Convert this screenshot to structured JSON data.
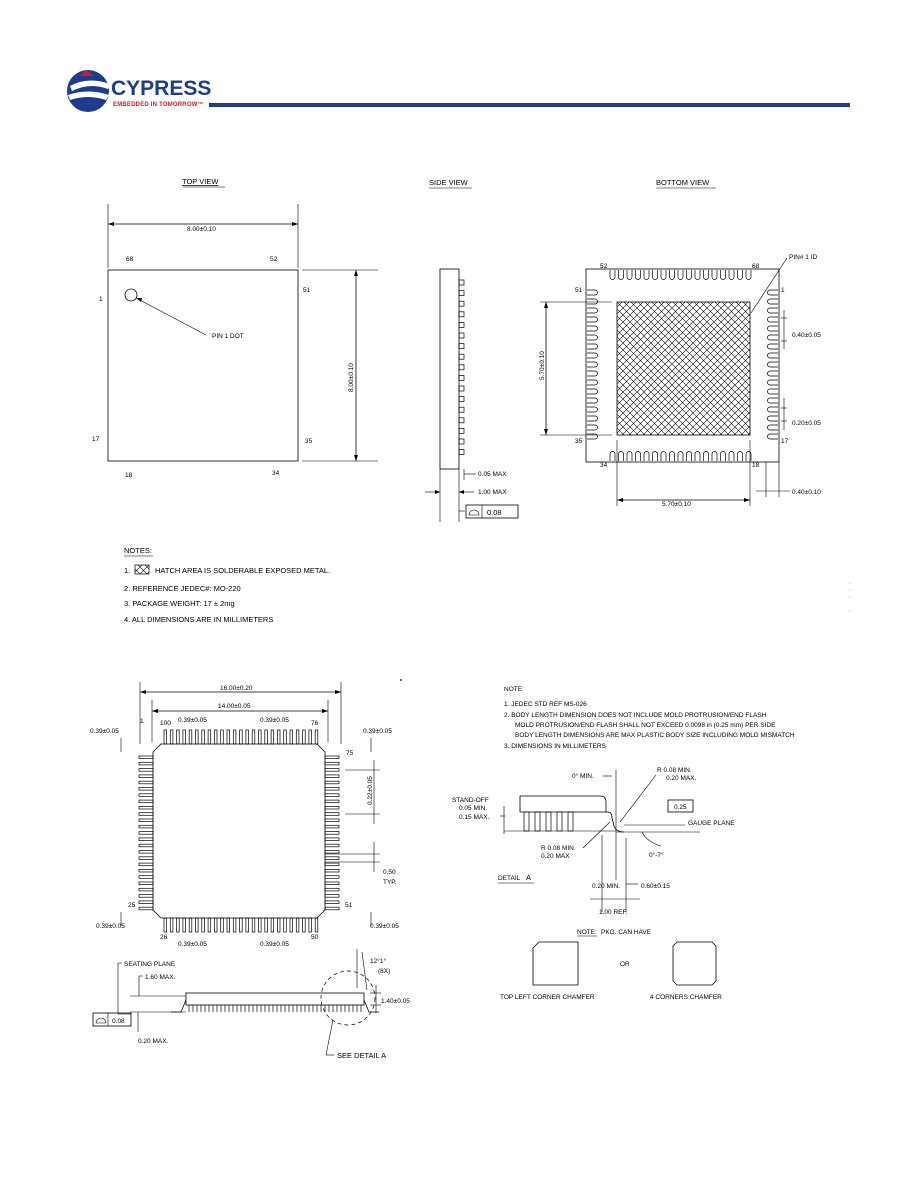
{
  "header": {
    "brand": "CYPRESS",
    "tagline": "EMBEDDED IN TOMORROW™",
    "colors": {
      "brand_blue": "#1e3c8c",
      "tagline_red": "#c42030",
      "rule": "#1e3c8c"
    }
  },
  "qfn": {
    "top_view": {
      "title": "TOP VIEW",
      "width_dim": "8.00±0.10",
      "height_dim": "8.00±0.10",
      "pins": {
        "p68": "68",
        "p52": "52",
        "p1": "1",
        "p51": "51",
        "p17": "17",
        "p35": "35",
        "p18": "18",
        "p34": "34"
      },
      "pin1_dot": "PIN 1 DOT"
    },
    "side_view": {
      "title": "SIDE VIEW",
      "dim_a": "0.05 MAX",
      "dim_b": "1.00 MAX",
      "flatness": "0.08"
    },
    "bottom_view": {
      "title": "BOTTOM VIEW",
      "pin1_id": "PIN# 1 ID",
      "pins": {
        "p52": "52",
        "p68": "68",
        "p51": "51",
        "p1": "1",
        "p35": "35",
        "p17": "17",
        "p34": "34",
        "p18": "18"
      },
      "pad_dim_v": "5.70±0.10",
      "pad_dim_h": "5.70±0.10",
      "pitch": "0.40±0.05",
      "lead_width": "0.20±0.05",
      "lead_length": "0.40±0.10"
    },
    "notes": {
      "title": "NOTES:",
      "n1_num": "1.",
      "n1_text": "HATCH AREA IS SOLDERABLE EXPOSED METAL.",
      "n2": "2. REFERENCE JEDEC#: MO-220",
      "n3": "3. PACKAGE WEIGHT: 17 ± 2mg",
      "n4": "4. ALL DIMENSIONS ARE IN MILLIMETERS"
    }
  },
  "tqfp": {
    "dim_outer": "16.00±0.20",
    "dim_body": "14.00±0.05",
    "pin_nums": {
      "p100": "100",
      "p75": "75",
      "p76": "76",
      "p1": "1",
      "p25": "25",
      "p51": "51",
      "p26": "26",
      "p50": "50"
    },
    "dim_0_39": "0.39±0.05",
    "lead_width": "0.22±0.05",
    "pitch": "0.50",
    "pitch_typ": "TYP.",
    "seating_plane": "SEATING PLANE",
    "max_height": "1.60 MAX.",
    "flatness": "0.08",
    "standoff_max": "0.20 MAX.",
    "body_thickness": "1.40±0.05",
    "lead_angle": "12°1°",
    "lead_angle_count": "(8X)",
    "see_detail": "SEE DETAIL A"
  },
  "tqfp_notes": {
    "title": "NOTE:",
    "n1": "1. JEDEC STD REF MS-026",
    "n2a": "2. BODY LENGTH DIMENSION DOES NOT INCLUDE MOLD PROTRUSION/END FLASH",
    "n2b": "MOLD PROTRUSION/END FLASH SHALL NOT EXCEED 0.0098 in (0.25 mm) PER SIDE",
    "n2c": "BODY LENGTH DIMENSIONS ARE MAX PLASTIC BODY SIZE INCLUDING MOLD MISMATCH",
    "n3": "3. DIMENSIONS IN MILLIMETERS"
  },
  "detail_a": {
    "title": "DETAIL",
    "title_letter": "A",
    "angle_min": "0° MIN.",
    "r_top_a": "R 0.08 MIN.",
    "r_top_b": "0.20 MAX.",
    "standoff_a": "STAND-OFF",
    "standoff_b": "0.05 MIN.",
    "standoff_c": "0.15 MAX.",
    "gauge": "0.25",
    "gauge_plane": "GAUGE PLANE",
    "r_bot_a": "R 0.08 MIN.",
    "r_bot_b": "0.20 MAX",
    "angle_range": "0°-7°",
    "foot_min": "0.20 MIN.",
    "foot_len": "0.60±0.15",
    "ref": "1.00 REF."
  },
  "chamfer": {
    "note_label": "NOTE:",
    "note_text": "PKG. CAN HAVE",
    "or": "OR",
    "left_caption": "TOP LEFT CORNER CHAMFER",
    "right_caption": "4 CORNERS CHAMFER"
  }
}
